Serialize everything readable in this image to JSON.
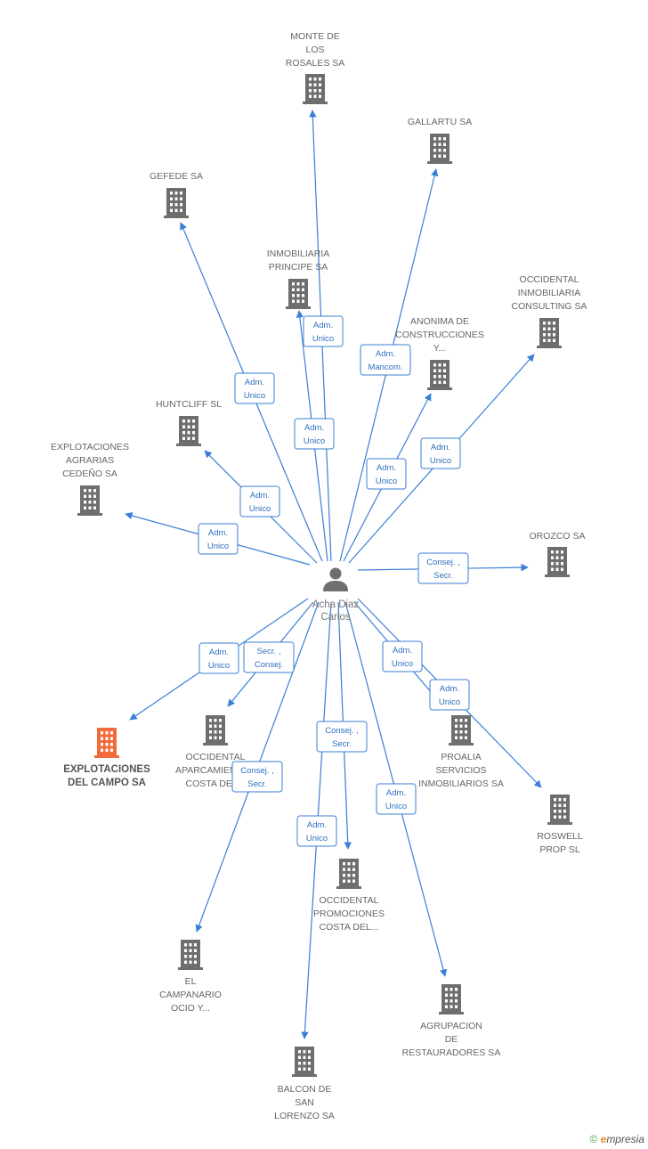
{
  "person": {
    "name_line1": "Acha Diaz",
    "name_line2": "Carlos",
    "icon": "person-icon"
  },
  "colors": {
    "edge": "#3a7fd5",
    "building": "#6e6e6e",
    "highlight": "#f26b3a"
  },
  "companies": [
    {
      "id": "monte-de-los-rosales-sa",
      "lines": [
        "MONTE DE",
        "LOS",
        "ROSALES SA"
      ],
      "icon": "building-icon",
      "highlight": false
    },
    {
      "id": "gallartu-sa",
      "lines": [
        "GALLARTU SA"
      ],
      "icon": "building-icon",
      "highlight": false
    },
    {
      "id": "gefede-sa",
      "lines": [
        "GEFEDE SA"
      ],
      "icon": "building-icon",
      "highlight": false
    },
    {
      "id": "inmobiliaria-principe-sa",
      "lines": [
        "INMOBILIARIA",
        "PRINCIPE SA"
      ],
      "icon": "building-icon",
      "highlight": false
    },
    {
      "id": "occidental-inmobiliaria-consulting-sa",
      "lines": [
        "OCCIDENTAL",
        "INMOBILIARIA",
        "CONSULTING SA"
      ],
      "icon": "building-icon",
      "highlight": false
    },
    {
      "id": "anonima-de-construcciones",
      "lines": [
        "ANONIMA DE",
        "CONSTRUCCIONES",
        "Y..."
      ],
      "icon": "building-icon",
      "highlight": false
    },
    {
      "id": "huntcliff-sl",
      "lines": [
        "HUNTCLIFF SL"
      ],
      "icon": "building-icon",
      "highlight": false
    },
    {
      "id": "explotaciones-agrarias-cedeno-sa",
      "lines": [
        "EXPLOTACIONES",
        "AGRARIAS",
        "CEDEÑO SA"
      ],
      "icon": "building-icon",
      "highlight": false
    },
    {
      "id": "orozco-sa",
      "lines": [
        "OROZCO SA"
      ],
      "icon": "building-icon",
      "highlight": false
    },
    {
      "id": "explotaciones-del-campo-sa",
      "lines": [
        "EXPLOTACIONES",
        "DEL CAMPO SA"
      ],
      "icon": "building-icon",
      "highlight": true
    },
    {
      "id": "occidental-aparcamientos",
      "lines": [
        "OCCIDENTAL",
        "APARCAMIENTOS",
        "COSTA DEL..."
      ],
      "icon": "building-icon",
      "highlight": false
    },
    {
      "id": "proalia-servicios-inmobiliarios-sa",
      "lines": [
        "PROALIA",
        "SERVICIOS",
        "INMOBILIARIOS SA"
      ],
      "icon": "building-icon",
      "highlight": false
    },
    {
      "id": "roswell-prop-sl",
      "lines": [
        "ROSWELL",
        "PROP SL"
      ],
      "icon": "building-icon",
      "highlight": false
    },
    {
      "id": "occidental-promociones",
      "lines": [
        "OCCIDENTAL",
        "PROMOCIONES",
        "COSTA DEL..."
      ],
      "icon": "building-icon",
      "highlight": false
    },
    {
      "id": "el-campanario-ocio",
      "lines": [
        "EL",
        "CAMPANARIO",
        "OCIO Y..."
      ],
      "icon": "building-icon",
      "highlight": false
    },
    {
      "id": "agrupacion-de-restauradores-sa",
      "lines": [
        "AGRUPACION",
        "DE",
        "RESTAURADORES SA"
      ],
      "icon": "building-icon",
      "highlight": false
    },
    {
      "id": "balcon-de-san-lorenzo-sa",
      "lines": [
        "BALCON DE",
        "SAN",
        "LORENZO SA"
      ],
      "icon": "building-icon",
      "highlight": false
    }
  ],
  "edges": [
    {
      "to": "monte-de-los-rosales-sa",
      "lines": [
        "Adm.",
        "Unico"
      ]
    },
    {
      "to": "gallartu-sa",
      "lines": [
        "Adm.",
        "Mancom."
      ]
    },
    {
      "to": "gefede-sa",
      "lines": [
        "Adm.",
        "Unico"
      ]
    },
    {
      "to": "inmobiliaria-principe-sa",
      "lines": [
        "Adm.",
        "Unico"
      ]
    },
    {
      "to": "occidental-inmobiliaria-consulting-sa",
      "lines": [
        "Adm.",
        "Unico"
      ]
    },
    {
      "to": "anonima-de-construcciones",
      "lines": [
        "Adm.",
        "Unico"
      ]
    },
    {
      "to": "huntcliff-sl",
      "lines": [
        "Adm.",
        "Unico"
      ]
    },
    {
      "to": "explotaciones-agrarias-cedeno-sa",
      "lines": [
        "Adm.",
        "Unico"
      ]
    },
    {
      "to": "orozco-sa",
      "lines": [
        "Consej. ,",
        "Secr."
      ]
    },
    {
      "to": "explotaciones-del-campo-sa",
      "lines": [
        "Adm.",
        "Unico"
      ]
    },
    {
      "to": "occidental-aparcamientos",
      "lines": [
        "Secr. ,",
        "Consej."
      ]
    },
    {
      "to": "proalia-servicios-inmobiliarios-sa",
      "lines": [
        "Adm.",
        "Unico"
      ]
    },
    {
      "to": "roswell-prop-sl",
      "lines": [
        "Adm.",
        "Unico"
      ]
    },
    {
      "to": "occidental-promociones",
      "lines": [
        "Consej. ,",
        "Secr."
      ]
    },
    {
      "to": "el-campanario-ocio",
      "lines": [
        "Consej. ,",
        "Secr."
      ]
    },
    {
      "to": "agrupacion-de-restauradores-sa",
      "lines": [
        "Adm.",
        "Unico"
      ]
    },
    {
      "to": "balcon-de-san-lorenzo-sa",
      "lines": [
        "Adm.",
        "Unico"
      ]
    }
  ],
  "footer": {
    "copyright": "©",
    "brand_initial": "e",
    "brand_rest": "mpresia"
  }
}
